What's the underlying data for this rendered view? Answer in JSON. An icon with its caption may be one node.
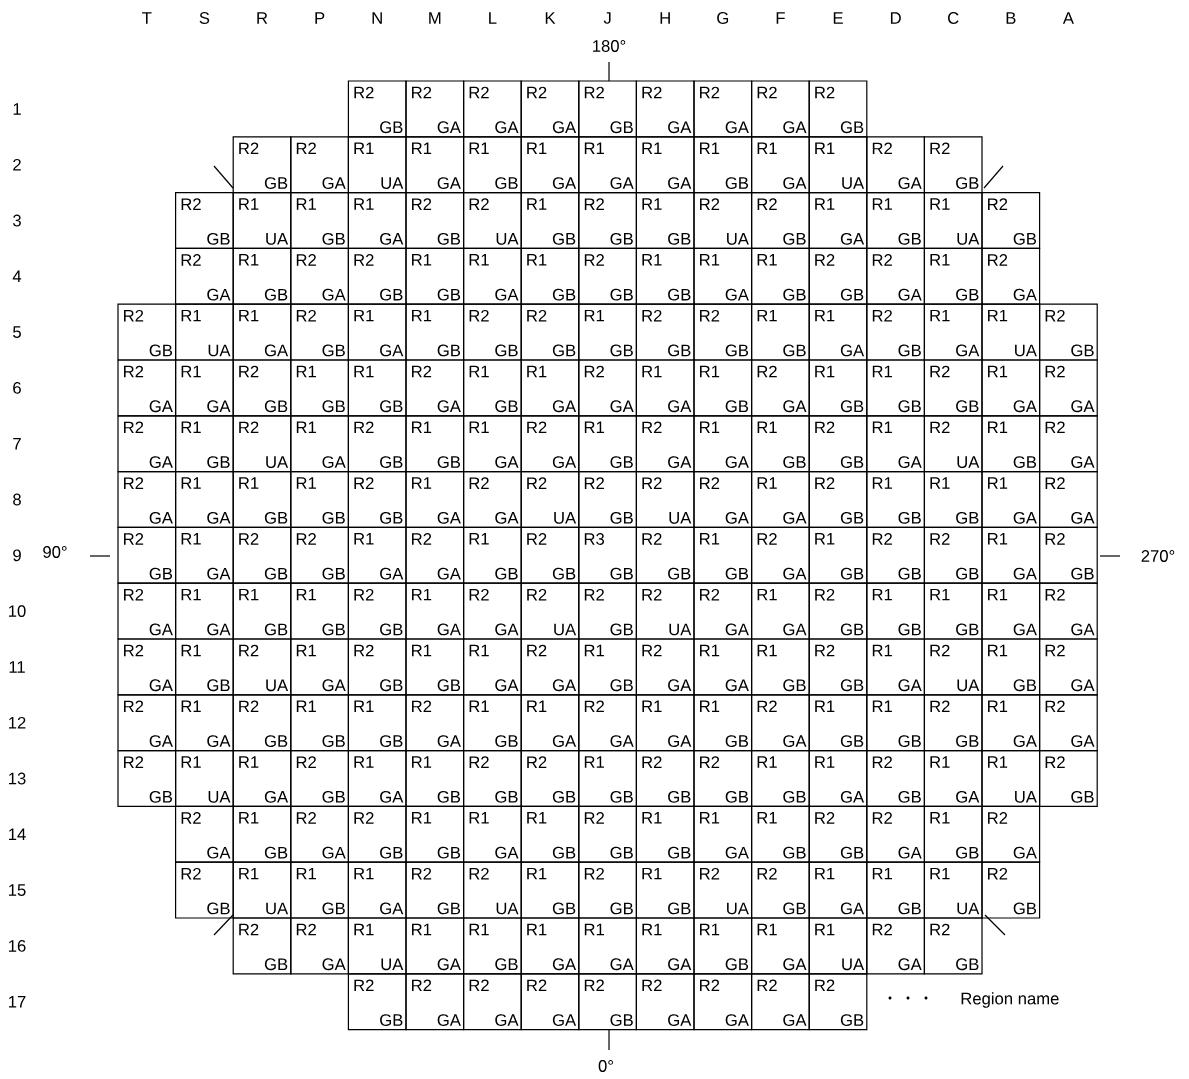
{
  "diagram": {
    "nodes": [
      {
        "text": [
          "R2",
          "GB"
        ]
      },
      {
        "text": [
          "R2",
          "GA"
        ]
      },
      {
        "text": [
          "R2",
          "GA"
        ]
      },
      {
        "text": [
          "R2",
          "GA"
        ]
      },
      {
        "text": [
          "R2",
          "GB"
        ]
      },
      {
        "text": [
          "R2",
          "GA"
        ]
      },
      {
        "text": [
          "R2",
          "GA"
        ]
      },
      {
        "text": [
          "R2",
          "GA"
        ]
      },
      {
        "text": [
          "R2",
          "GB"
        ]
      },
      {
        "text": [
          "R2",
          "GB"
        ]
      },
      {
        "text": [
          "R2",
          "GA"
        ]
      },
      {
        "text": [
          "R1",
          "UA"
        ]
      },
      {
        "text": [
          "R1",
          "GA"
        ]
      },
      {
        "text": [
          "R1",
          "GB"
        ]
      },
      {
        "text": [
          "R1",
          "GA"
        ]
      },
      {
        "text": [
          "R1",
          "GA"
        ]
      },
      {
        "text": [
          "R1",
          "GA"
        ]
      },
      {
        "text": [
          "R1",
          "GB"
        ]
      },
      {
        "text": [
          "R1",
          "GA"
        ]
      },
      {
        "text": [
          "R1",
          "UA"
        ]
      },
      {
        "text": [
          "R2",
          "GA"
        ]
      },
      {
        "text": [
          "R2",
          "GB"
        ]
      },
      {
        "text": [
          "R2",
          "GB"
        ]
      },
      {
        "text": [
          "R1",
          "UA"
        ]
      },
      {
        "text": [
          "R1",
          "GB"
        ]
      },
      {
        "text": [
          "R1",
          "GA"
        ]
      },
      {
        "text": [
          "R2",
          "GB"
        ]
      },
      {
        "text": [
          "R2",
          "UA"
        ]
      },
      {
        "text": [
          "R1",
          "GB"
        ]
      },
      {
        "text": [
          "R2",
          "GB"
        ]
      },
      {
        "text": [
          "R1",
          "GB"
        ]
      },
      {
        "text": [
          "R2",
          "UA"
        ]
      },
      {
        "text": [
          "R2",
          "GB"
        ]
      },
      {
        "text": [
          "R1",
          "GA"
        ]
      },
      {
        "text": [
          "R1",
          "GB"
        ]
      },
      {
        "text": [
          "R1",
          "UA"
        ]
      },
      {
        "text": [
          "R2",
          "GB"
        ]
      },
      {
        "text": [
          "R2",
          "GA"
        ]
      },
      {
        "text": [
          "R1",
          "GB"
        ]
      },
      {
        "text": [
          "R2",
          "GA"
        ]
      },
      {
        "text": [
          "R2",
          "GB"
        ]
      },
      {
        "text": [
          "R1",
          "GB"
        ]
      },
      {
        "text": [
          "R1",
          "GA"
        ]
      },
      {
        "text": [
          "R1",
          "GB"
        ]
      },
      {
        "text": [
          "R2",
          "GB"
        ]
      },
      {
        "text": [
          "R1",
          "GB"
        ]
      },
      {
        "text": [
          "R1",
          "GA"
        ]
      },
      {
        "text": [
          "R1",
          "GB"
        ]
      },
      {
        "text": [
          "R2",
          "GB"
        ]
      },
      {
        "text": [
          "R2",
          "GA"
        ]
      },
      {
        "text": [
          "R1",
          "GB"
        ]
      },
      {
        "text": [
          "R2",
          "GA"
        ]
      },
      {
        "text": [
          "R2",
          "GB"
        ]
      },
      {
        "text": [
          "R1",
          "UA"
        ]
      },
      {
        "text": [
          "R1",
          "GA"
        ]
      },
      {
        "text": [
          "R2",
          "GB"
        ]
      },
      {
        "text": [
          "R1",
          "GA"
        ]
      },
      {
        "text": [
          "R1",
          "GB"
        ]
      },
      {
        "text": [
          "R2",
          "GB"
        ]
      },
      {
        "text": [
          "R2",
          "GB"
        ]
      },
      {
        "text": [
          "R1",
          "GB"
        ]
      },
      {
        "text": [
          "R2",
          "GB"
        ]
      },
      {
        "text": [
          "R2",
          "GB"
        ]
      },
      {
        "text": [
          "R1",
          "GB"
        ]
      },
      {
        "text": [
          "R1",
          "GA"
        ]
      },
      {
        "text": [
          "R2",
          "GB"
        ]
      },
      {
        "text": [
          "R1",
          "GA"
        ]
      },
      {
        "text": [
          "R1",
          "UA"
        ]
      },
      {
        "text": [
          "R2",
          "GB"
        ]
      },
      {
        "text": [
          "R2",
          "GA"
        ]
      },
      {
        "text": [
          "R1",
          "GA"
        ]
      },
      {
        "text": [
          "R2",
          "GB"
        ]
      },
      {
        "text": [
          "R1",
          "GB"
        ]
      },
      {
        "text": [
          "R1",
          "GB"
        ]
      },
      {
        "text": [
          "R2",
          "GA"
        ]
      },
      {
        "text": [
          "R1",
          "GB"
        ]
      },
      {
        "text": [
          "R1",
          "GA"
        ]
      },
      {
        "text": [
          "R2",
          "GA"
        ]
      },
      {
        "text": [
          "R1",
          "GA"
        ]
      },
      {
        "text": [
          "R1",
          "GB"
        ]
      },
      {
        "text": [
          "R2",
          "GA"
        ]
      },
      {
        "text": [
          "R1",
          "GB"
        ]
      },
      {
        "text": [
          "R1",
          "GB"
        ]
      },
      {
        "text": [
          "R2",
          "GB"
        ]
      },
      {
        "text": [
          "R1",
          "GA"
        ]
      },
      {
        "text": [
          "R2",
          "GA"
        ]
      },
      {
        "text": [
          "R2",
          "GA"
        ]
      },
      {
        "text": [
          "R1",
          "GB"
        ]
      },
      {
        "text": [
          "R2",
          "UA"
        ]
      },
      {
        "text": [
          "R1",
          "GA"
        ]
      },
      {
        "text": [
          "R2",
          "GB"
        ]
      },
      {
        "text": [
          "R1",
          "GB"
        ]
      },
      {
        "text": [
          "R1",
          "GA"
        ]
      },
      {
        "text": [
          "R2",
          "GA"
        ]
      },
      {
        "text": [
          "R1",
          "GB"
        ]
      },
      {
        "text": [
          "R2",
          "GA"
        ]
      },
      {
        "text": [
          "R1",
          "GA"
        ]
      },
      {
        "text": [
          "R1",
          "GB"
        ]
      },
      {
        "text": [
          "R2",
          "GB"
        ]
      },
      {
        "text": [
          "R1",
          "GA"
        ]
      },
      {
        "text": [
          "R2",
          "UA"
        ]
      },
      {
        "text": [
          "R1",
          "GB"
        ]
      },
      {
        "text": [
          "R2",
          "GA"
        ]
      },
      {
        "text": [
          "R2",
          "GA"
        ]
      },
      {
        "text": [
          "R1",
          "GA"
        ]
      },
      {
        "text": [
          "R1",
          "GB"
        ]
      },
      {
        "text": [
          "R1",
          "GB"
        ]
      },
      {
        "text": [
          "R2",
          "GB"
        ]
      },
      {
        "text": [
          "R1",
          "GA"
        ]
      },
      {
        "text": [
          "R2",
          "GA"
        ]
      },
      {
        "text": [
          "R2",
          "UA"
        ]
      },
      {
        "text": [
          "R2",
          "GB"
        ]
      },
      {
        "text": [
          "R2",
          "UA"
        ]
      },
      {
        "text": [
          "R2",
          "GA"
        ]
      },
      {
        "text": [
          "R1",
          "GA"
        ]
      },
      {
        "text": [
          "R2",
          "GB"
        ]
      },
      {
        "text": [
          "R1",
          "GB"
        ]
      },
      {
        "text": [
          "R1",
          "GB"
        ]
      },
      {
        "text": [
          "R1",
          "GA"
        ]
      },
      {
        "text": [
          "R2",
          "GA"
        ]
      },
      {
        "text": [
          "R2",
          "GB"
        ]
      },
      {
        "text": [
          "R1",
          "GA"
        ]
      },
      {
        "text": [
          "R2",
          "GB"
        ]
      },
      {
        "text": [
          "R2",
          "GB"
        ]
      },
      {
        "text": [
          "R1",
          "GA"
        ]
      },
      {
        "text": [
          "R2",
          "GA"
        ]
      },
      {
        "text": [
          "R1",
          "GB"
        ]
      },
      {
        "text": [
          "R2",
          "GB"
        ]
      },
      {
        "text": [
          "R3",
          "GB"
        ]
      },
      {
        "text": [
          "R2",
          "GB"
        ]
      },
      {
        "text": [
          "R1",
          "GB"
        ]
      },
      {
        "text": [
          "R2",
          "GA"
        ]
      },
      {
        "text": [
          "R1",
          "GB"
        ]
      },
      {
        "text": [
          "R2",
          "GB"
        ]
      },
      {
        "text": [
          "R2",
          "GB"
        ]
      },
      {
        "text": [
          "R1",
          "GA"
        ]
      },
      {
        "text": [
          "R2",
          "GB"
        ]
      },
      {
        "text": [
          "R2",
          "GA"
        ]
      },
      {
        "text": [
          "R1",
          "GA"
        ]
      },
      {
        "text": [
          "R1",
          "GB"
        ]
      },
      {
        "text": [
          "R1",
          "GB"
        ]
      },
      {
        "text": [
          "R2",
          "GB"
        ]
      },
      {
        "text": [
          "R1",
          "GA"
        ]
      },
      {
        "text": [
          "R2",
          "GA"
        ]
      },
      {
        "text": [
          "R2",
          "UA"
        ]
      },
      {
        "text": [
          "R2",
          "GB"
        ]
      },
      {
        "text": [
          "R2",
          "UA"
        ]
      },
      {
        "text": [
          "R2",
          "GA"
        ]
      },
      {
        "text": [
          "R1",
          "GA"
        ]
      },
      {
        "text": [
          "R2",
          "GB"
        ]
      },
      {
        "text": [
          "R1",
          "GB"
        ]
      },
      {
        "text": [
          "R1",
          "GB"
        ]
      },
      {
        "text": [
          "R1",
          "GA"
        ]
      },
      {
        "text": [
          "R2",
          "GA"
        ]
      },
      {
        "text": [
          "R2",
          "GA"
        ]
      },
      {
        "text": [
          "R1",
          "GB"
        ]
      },
      {
        "text": [
          "R2",
          "UA"
        ]
      },
      {
        "text": [
          "R1",
          "GA"
        ]
      },
      {
        "text": [
          "R2",
          "GB"
        ]
      },
      {
        "text": [
          "R1",
          "GB"
        ]
      },
      {
        "text": [
          "R1",
          "GA"
        ]
      },
      {
        "text": [
          "R2",
          "GA"
        ]
      },
      {
        "text": [
          "R1",
          "GB"
        ]
      },
      {
        "text": [
          "R2",
          "GA"
        ]
      },
      {
        "text": [
          "R1",
          "GA"
        ]
      },
      {
        "text": [
          "R1",
          "GB"
        ]
      },
      {
        "text": [
          "R2",
          "GB"
        ]
      },
      {
        "text": [
          "R1",
          "GA"
        ]
      },
      {
        "text": [
          "R2",
          "UA"
        ]
      },
      {
        "text": [
          "R1",
          "GB"
        ]
      },
      {
        "text": [
          "R2",
          "GA"
        ]
      },
      {
        "text": [
          "R2",
          "GA"
        ]
      },
      {
        "text": [
          "R1",
          "GA"
        ]
      },
      {
        "text": [
          "R2",
          "GB"
        ]
      },
      {
        "text": [
          "R1",
          "GB"
        ]
      },
      {
        "text": [
          "R1",
          "GB"
        ]
      },
      {
        "text": [
          "R2",
          "GA"
        ]
      },
      {
        "text": [
          "R1",
          "GB"
        ]
      },
      {
        "text": [
          "R1",
          "GA"
        ]
      },
      {
        "text": [
          "R2",
          "GA"
        ]
      },
      {
        "text": [
          "R1",
          "GA"
        ]
      },
      {
        "text": [
          "R1",
          "GB"
        ]
      },
      {
        "text": [
          "R2",
          "GA"
        ]
      },
      {
        "text": [
          "R1",
          "GB"
        ]
      },
      {
        "text": [
          "R1",
          "GB"
        ]
      },
      {
        "text": [
          "R2",
          "GB"
        ]
      },
      {
        "text": [
          "R1",
          "GA"
        ]
      },
      {
        "text": [
          "R2",
          "GA"
        ]
      },
      {
        "text": [
          "R2",
          "GB"
        ]
      },
      {
        "text": [
          "R1",
          "UA"
        ]
      },
      {
        "text": [
          "R1",
          "GA"
        ]
      },
      {
        "text": [
          "R2",
          "GB"
        ]
      },
      {
        "text": [
          "R1",
          "GA"
        ]
      },
      {
        "text": [
          "R1",
          "GB"
        ]
      },
      {
        "text": [
          "R2",
          "GB"
        ]
      },
      {
        "text": [
          "R2",
          "GB"
        ]
      },
      {
        "text": [
          "R1",
          "GB"
        ]
      },
      {
        "text": [
          "R2",
          "GB"
        ]
      },
      {
        "text": [
          "R2",
          "GB"
        ]
      },
      {
        "text": [
          "R1",
          "GB"
        ]
      },
      {
        "text": [
          "R1",
          "GA"
        ]
      },
      {
        "text": [
          "R2",
          "GB"
        ]
      },
      {
        "text": [
          "R1",
          "GA"
        ]
      },
      {
        "text": [
          "R1",
          "UA"
        ]
      },
      {
        "text": [
          "R2",
          "GB"
        ]
      },
      {
        "text": [
          "R2",
          "GA"
        ]
      },
      {
        "text": [
          "R1",
          "GB"
        ]
      },
      {
        "text": [
          "R2",
          "GA"
        ]
      },
      {
        "text": [
          "R2",
          "GB"
        ]
      },
      {
        "text": [
          "R1",
          "GB"
        ]
      },
      {
        "text": [
          "R1",
          "GA"
        ]
      },
      {
        "text": [
          "R1",
          "GB"
        ]
      },
      {
        "text": [
          "R2",
          "GB"
        ]
      },
      {
        "text": [
          "R1",
          "GB"
        ]
      },
      {
        "text": [
          "R1",
          "GA"
        ]
      },
      {
        "text": [
          "R1",
          "GB"
        ]
      },
      {
        "text": [
          "R2",
          "GB"
        ]
      },
      {
        "text": [
          "R2",
          "GA"
        ]
      },
      {
        "text": [
          "R1",
          "GB"
        ]
      },
      {
        "text": [
          "R2",
          "GA"
        ]
      },
      {
        "text": [
          "R2",
          "GB"
        ]
      },
      {
        "text": [
          "R1",
          "UA"
        ]
      },
      {
        "text": [
          "R1",
          "GB"
        ]
      },
      {
        "text": [
          "R1",
          "GA"
        ]
      },
      {
        "text": [
          "R2",
          "GB"
        ]
      },
      {
        "text": [
          "R2",
          "UA"
        ]
      },
      {
        "text": [
          "R1",
          "GB"
        ]
      },
      {
        "text": [
          "R2",
          "GB"
        ]
      },
      {
        "text": [
          "R1",
          "GB"
        ]
      },
      {
        "text": [
          "R2",
          "UA"
        ]
      },
      {
        "text": [
          "R2",
          "GB"
        ]
      },
      {
        "text": [
          "R1",
          "GA"
        ]
      },
      {
        "text": [
          "R1",
          "GB"
        ]
      },
      {
        "text": [
          "R1",
          "UA"
        ]
      },
      {
        "text": [
          "R2",
          "GB"
        ]
      },
      {
        "text": [
          "R2",
          "GB"
        ]
      },
      {
        "text": [
          "R2",
          "GA"
        ]
      },
      {
        "text": [
          "R1",
          "UA"
        ]
      },
      {
        "text": [
          "R1",
          "GA"
        ]
      },
      {
        "text": [
          "R1",
          "GB"
        ]
      },
      {
        "text": [
          "R1",
          "GA"
        ]
      },
      {
        "text": [
          "R1",
          "GA"
        ]
      },
      {
        "text": [
          "R1",
          "GA"
        ]
      },
      {
        "text": [
          "R1",
          "GB"
        ]
      },
      {
        "text": [
          "R1",
          "GA"
        ]
      },
      {
        "text": [
          "R1",
          "UA"
        ]
      },
      {
        "text": [
          "R2",
          "GA"
        ]
      },
      {
        "text": [
          "R2",
          "GB"
        ]
      },
      {
        "text": [
          "R2",
          "GB"
        ]
      },
      {
        "text": [
          "R2",
          "GA"
        ]
      },
      {
        "text": [
          "R2",
          "GA"
        ]
      },
      {
        "text": [
          "R2",
          "GA"
        ]
      },
      {
        "text": [
          "R2",
          "GB"
        ]
      },
      {
        "text": [
          "R2",
          "GA"
        ]
      },
      {
        "text": [
          "R2",
          "GA"
        ]
      },
      {
        "text": [
          "R2",
          "GA"
        ]
      },
      {
        "text": [
          "R2",
          "GB"
        ]
      }
    ],
    "labels": [
      "T",
      "S",
      "R",
      "P",
      "N",
      "M",
      "L",
      "K",
      "J",
      "H",
      "G",
      "F",
      "E",
      "D",
      "C",
      "B",
      "A",
      "180°",
      "1",
      "2",
      "3",
      "4",
      "5",
      "6",
      "7",
      "8",
      "9",
      "90°",
      "270°",
      "10",
      "11",
      "12",
      "13",
      "14",
      "15",
      "16",
      "17",
      "Region name",
      "0°"
    ]
  }
}
